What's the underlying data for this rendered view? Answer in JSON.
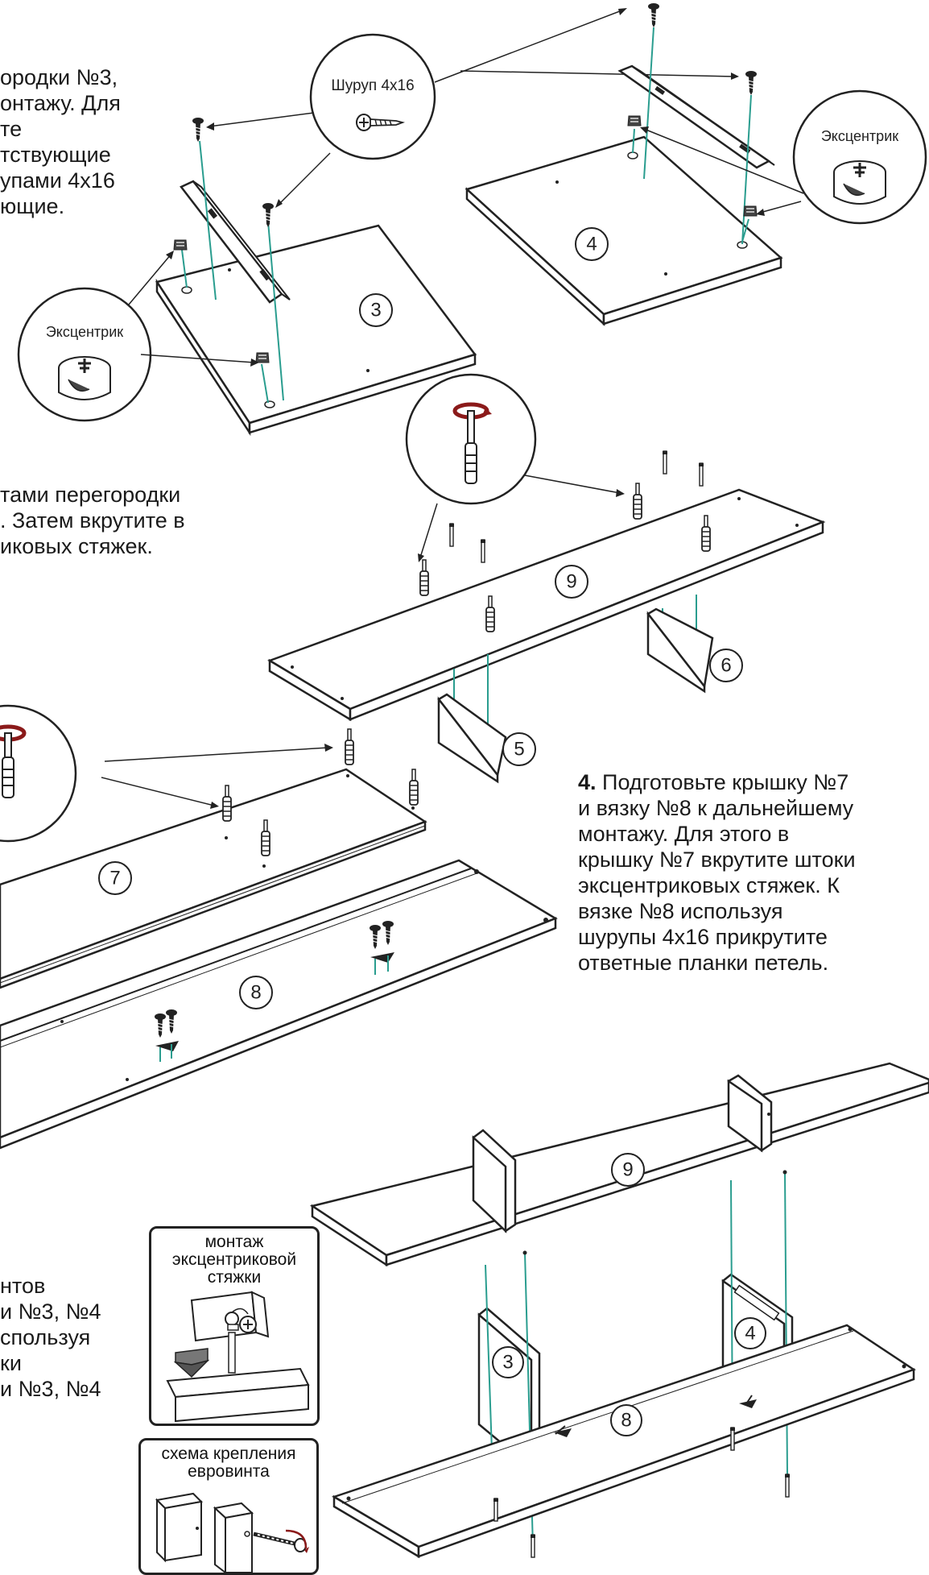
{
  "callouts": {
    "screw": "Шуруп 4х16",
    "eccentric_a": "Эксцентрик",
    "eccentric_b": "Эксцентрик"
  },
  "part_numbers": {
    "p3": "3",
    "p4": "4",
    "p5": "5",
    "p6": "6",
    "p7": "7",
    "p8": "8",
    "p9": "9",
    "a9": "9",
    "a3": "3",
    "a4": "4",
    "a8": "8"
  },
  "text_block_1": [
    "ородки №3,",
    "онтажу. Для",
    "те",
    "тствующие",
    "упами 4х16",
    "ющие."
  ],
  "text_block_2": [
    "тами перегородки",
    ". Затем вкрутите в",
    "иковых стяжек."
  ],
  "step4": {
    "number": "4.",
    "line1": " Подготовьте крышку №7",
    "lines": [
      "и вязку №8 к дальнейшему",
      "монтажу. Для этого в",
      "крышку №7 вкрутите штоки",
      "эксцентриковых стяжек. К",
      "вязке №8 используя",
      "шурупы 4х16 прикрутите",
      "ответные планки петель."
    ]
  },
  "text_block_5": [
    "нтов",
    "и №3, №4",
    "спользуя",
    "ки",
    "и №3, №4"
  ],
  "box_eccentric": {
    "title_lines": [
      "монтаж",
      "эксцентриковой",
      "стяжки"
    ]
  },
  "box_eurovint": {
    "title_lines": [
      "схема крепления",
      "евровинта"
    ]
  },
  "colors": {
    "line": "#222222",
    "dowel_line": "#2a9d8f"
  }
}
